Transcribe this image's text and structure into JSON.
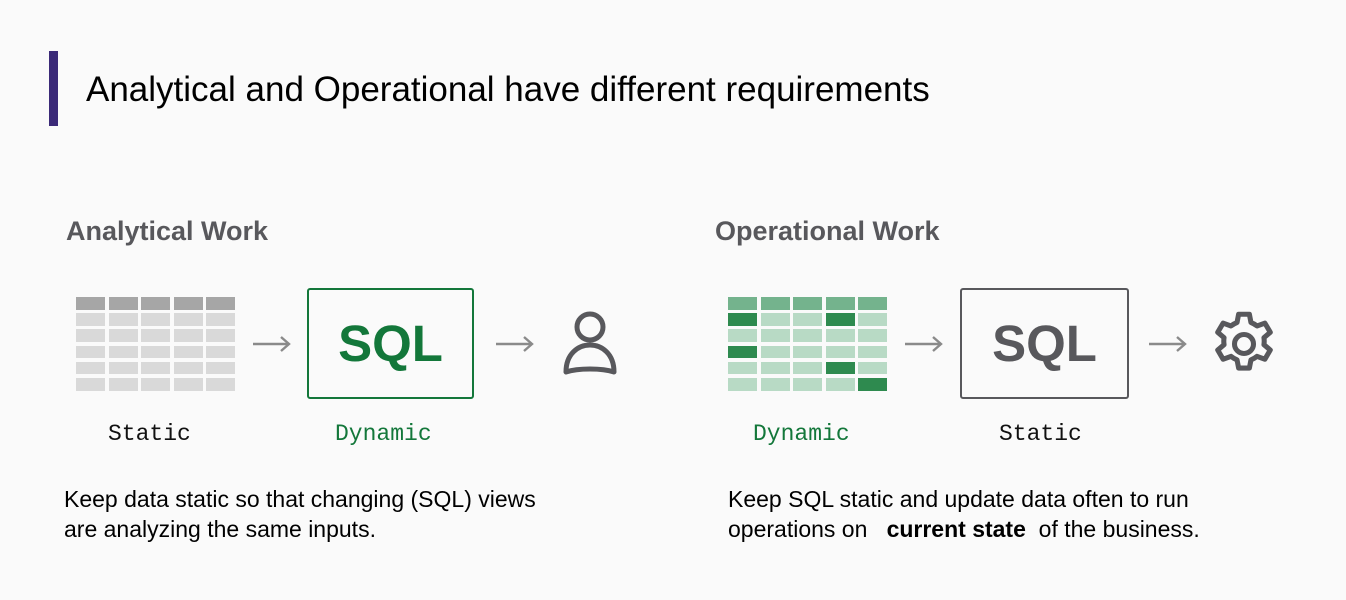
{
  "header": {
    "title": "Analytical and Operational have different requirements",
    "accent_color": "#3b2a78"
  },
  "analytical": {
    "title": "Analytical Work",
    "table": {
      "state": "static",
      "columns": 5,
      "rows": 6,
      "header_color": "#a6a6a6",
      "cell_color": "#d9d9d9",
      "highlighted_cells": []
    },
    "sql_box": {
      "label": "SQL",
      "color": "#13773a",
      "border_color": "#13773a"
    },
    "output_icon": "user-icon",
    "data_label": "Static",
    "data_label_color": "#111111",
    "sql_label": "Dynamic",
    "sql_label_color": "#13773a",
    "description": {
      "line1": "Keep data static so that changing (SQL) views",
      "line2": "are analyzing the same inputs."
    }
  },
  "operational": {
    "title": "Operational Work",
    "table": {
      "state": "dynamic",
      "columns": 5,
      "rows": 6,
      "header_color": "#74b38d",
      "cell_color": "#b8dac5",
      "highlight_color": "#2e8a4f",
      "highlighted_cells": [
        [
          1,
          0
        ],
        [
          1,
          3
        ],
        [
          3,
          0
        ],
        [
          4,
          3
        ],
        [
          5,
          4
        ]
      ]
    },
    "sql_box": {
      "label": "SQL",
      "color": "#58585c",
      "border_color": "#58585c"
    },
    "output_icon": "gear-icon",
    "data_label": "Dynamic",
    "data_label_color": "#13773a",
    "sql_label": "Static",
    "sql_label_color": "#111111",
    "description": {
      "line1": "Keep SQL static and update data often to run",
      "line2_prefix": "operations on ",
      "line2_bold": "current state",
      "line2_suffix": " of the business."
    }
  }
}
